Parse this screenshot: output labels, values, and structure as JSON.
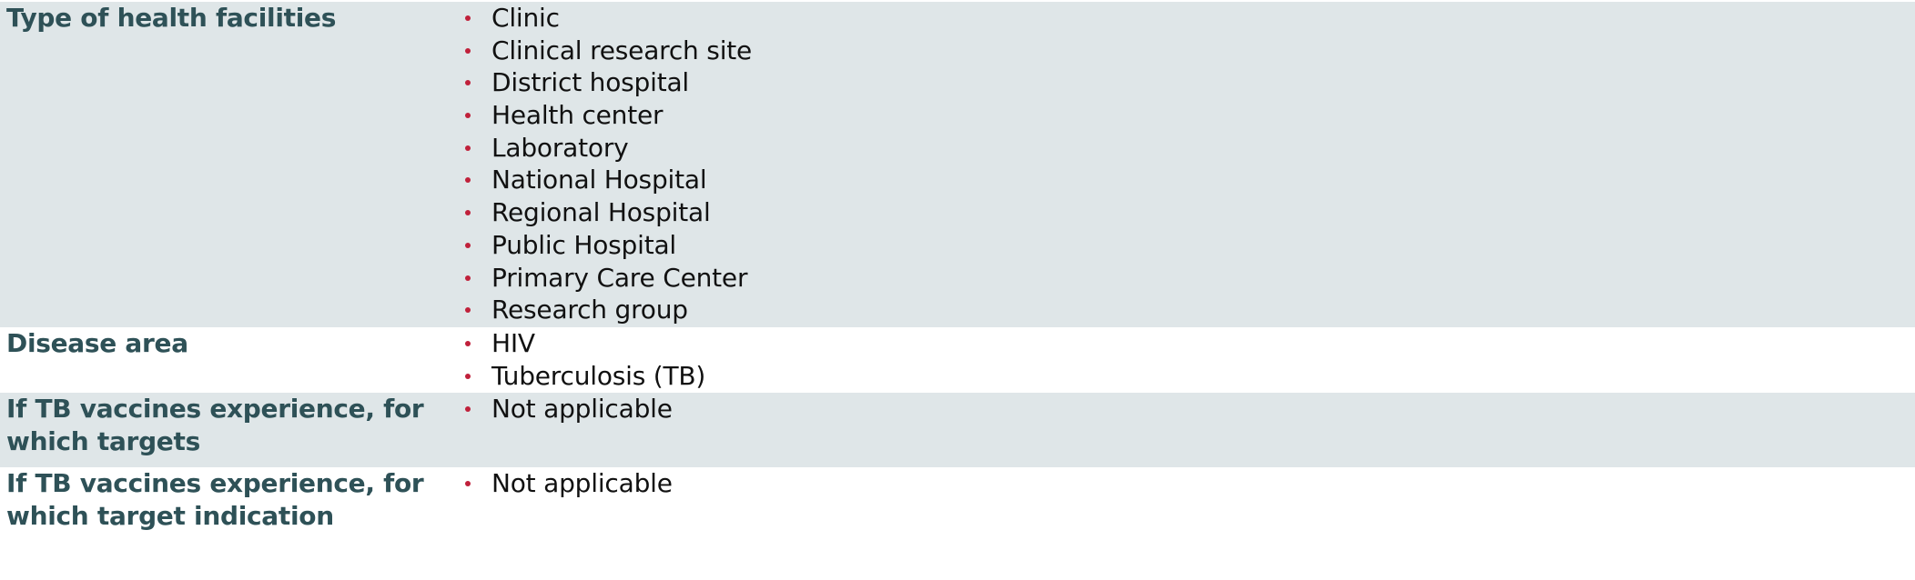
{
  "rows": [
    {
      "label": "Type of health facilities",
      "items": [
        "Clinic",
        "Clinical research site",
        "District hospital",
        "Health center",
        "Laboratory",
        "National Hospital",
        "Regional Hospital",
        "Public Hospital",
        "Primary Care Center",
        "Research group"
      ]
    },
    {
      "label": "Disease area",
      "items": [
        "HIV",
        "Tuberculosis (TB)"
      ]
    },
    {
      "label": "If TB vaccines experience, for which targets",
      "items": [
        "Not applicable"
      ]
    },
    {
      "label": "If TB vaccines experience, for which target indication",
      "items": [
        "Not applicable"
      ]
    }
  ],
  "colors": {
    "label_text": "#2e5157",
    "shaded_row": "#dfe6e8",
    "bullet": "#c0203a"
  },
  "icons": {
    "bullet": "bullet-dot-icon"
  }
}
